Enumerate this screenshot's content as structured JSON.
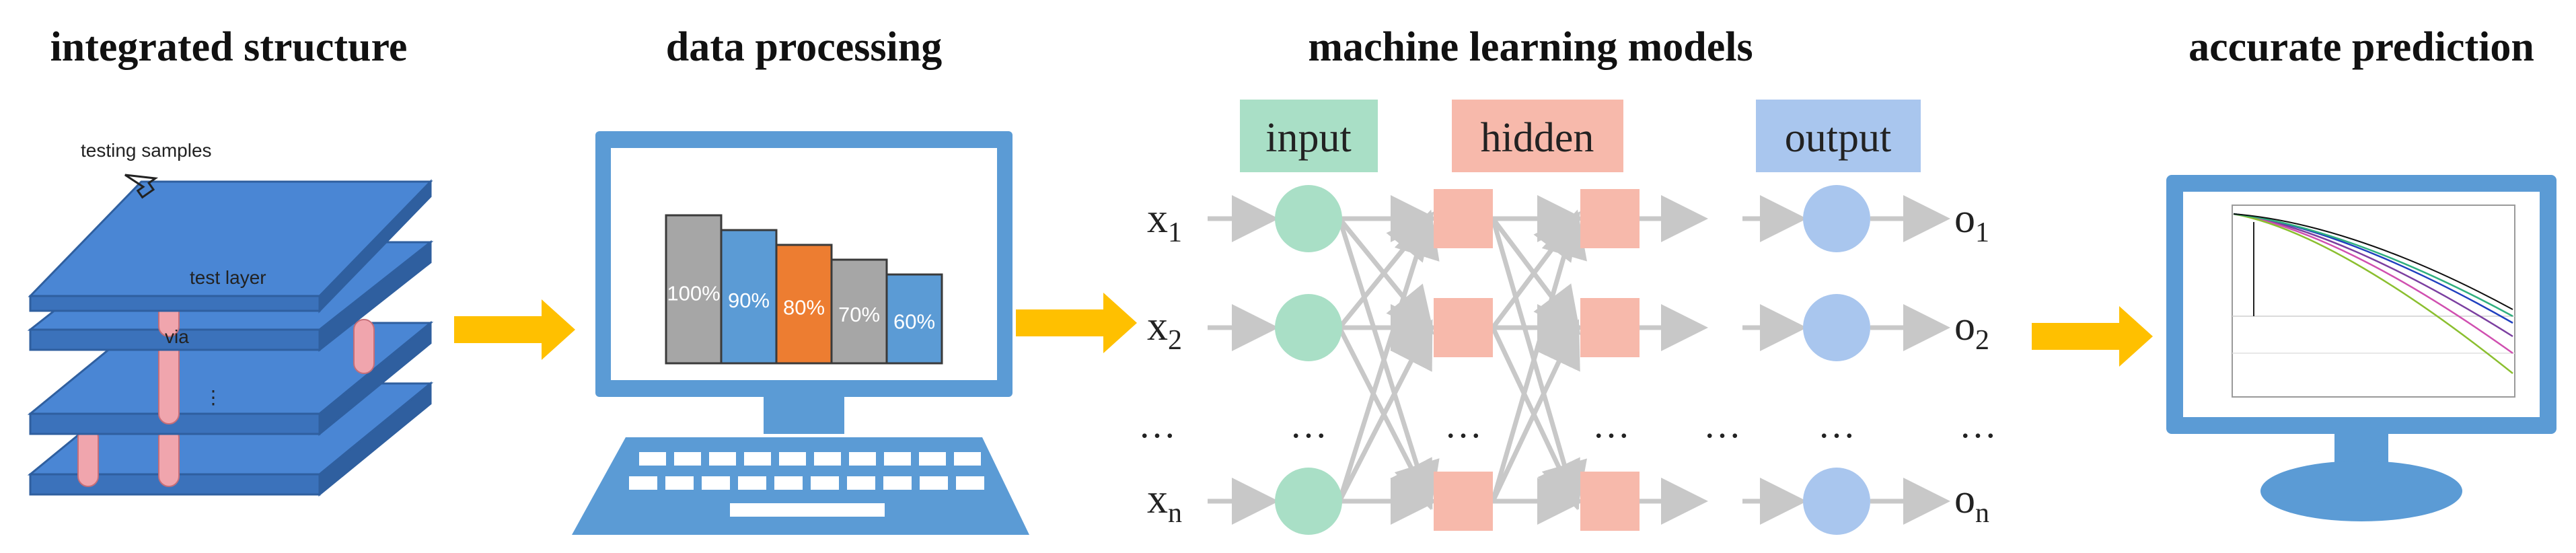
{
  "titles": {
    "integrated": "integrated structure",
    "processing": "data processing",
    "models": "machine learning models",
    "prediction": "accurate prediction"
  },
  "structure": {
    "callout": "testing samples",
    "test_layer": "test layer",
    "via": "via",
    "vdots": "⋮"
  },
  "processing": {
    "bars": [
      {
        "label": "100%",
        "value": 100,
        "color": "#a6a6a6"
      },
      {
        "label": "90%",
        "value": 90,
        "color": "#5b9bd5"
      },
      {
        "label": "80%",
        "value": 80,
        "color": "#ed7d31"
      },
      {
        "label": "70%",
        "value": 70,
        "color": "#a6a6a6"
      },
      {
        "label": "60%",
        "value": 60,
        "color": "#5b9bd5"
      }
    ]
  },
  "network": {
    "input_label": "input",
    "hidden_label": "hidden",
    "output_label": "output",
    "inputs": {
      "x1": "x",
      "x1_sub": "1",
      "x2": "x",
      "x2_sub": "2",
      "xn": "x",
      "xn_sub": "n"
    },
    "outputs": {
      "o1": "o",
      "o1_sub": "1",
      "o2": "o",
      "o2_sub": "2",
      "on": "o",
      "on_sub": "n"
    },
    "ellipsis": "…",
    "colors": {
      "input_fill": "#a9dfc6",
      "hidden_fill": "#f7b9ab",
      "output_fill": "#a9c6ee",
      "arrow": "#c8c8c8"
    }
  },
  "colors": {
    "layer": "#4a86d4",
    "via": "#f0a5ad",
    "monitor": "#5b9bd5",
    "arrow": "#ffc000"
  }
}
